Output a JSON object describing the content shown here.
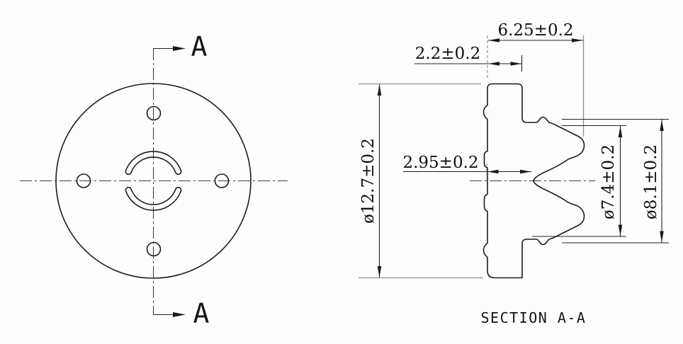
{
  "drawing": {
    "front_view": {
      "cut_label_top": "A",
      "cut_label_bottom": "A"
    },
    "section_view": {
      "title": "SECTION A-A",
      "dims": {
        "flange_width": "6.25±0.2",
        "step_width": "2.2±0.2",
        "hub_depth": "2.95±0.2",
        "outer_dia": "ø12.7±0.2",
        "groove_dia": "ø7.4±0.2",
        "lip_dia": "ø8.1±0.2"
      }
    }
  }
}
